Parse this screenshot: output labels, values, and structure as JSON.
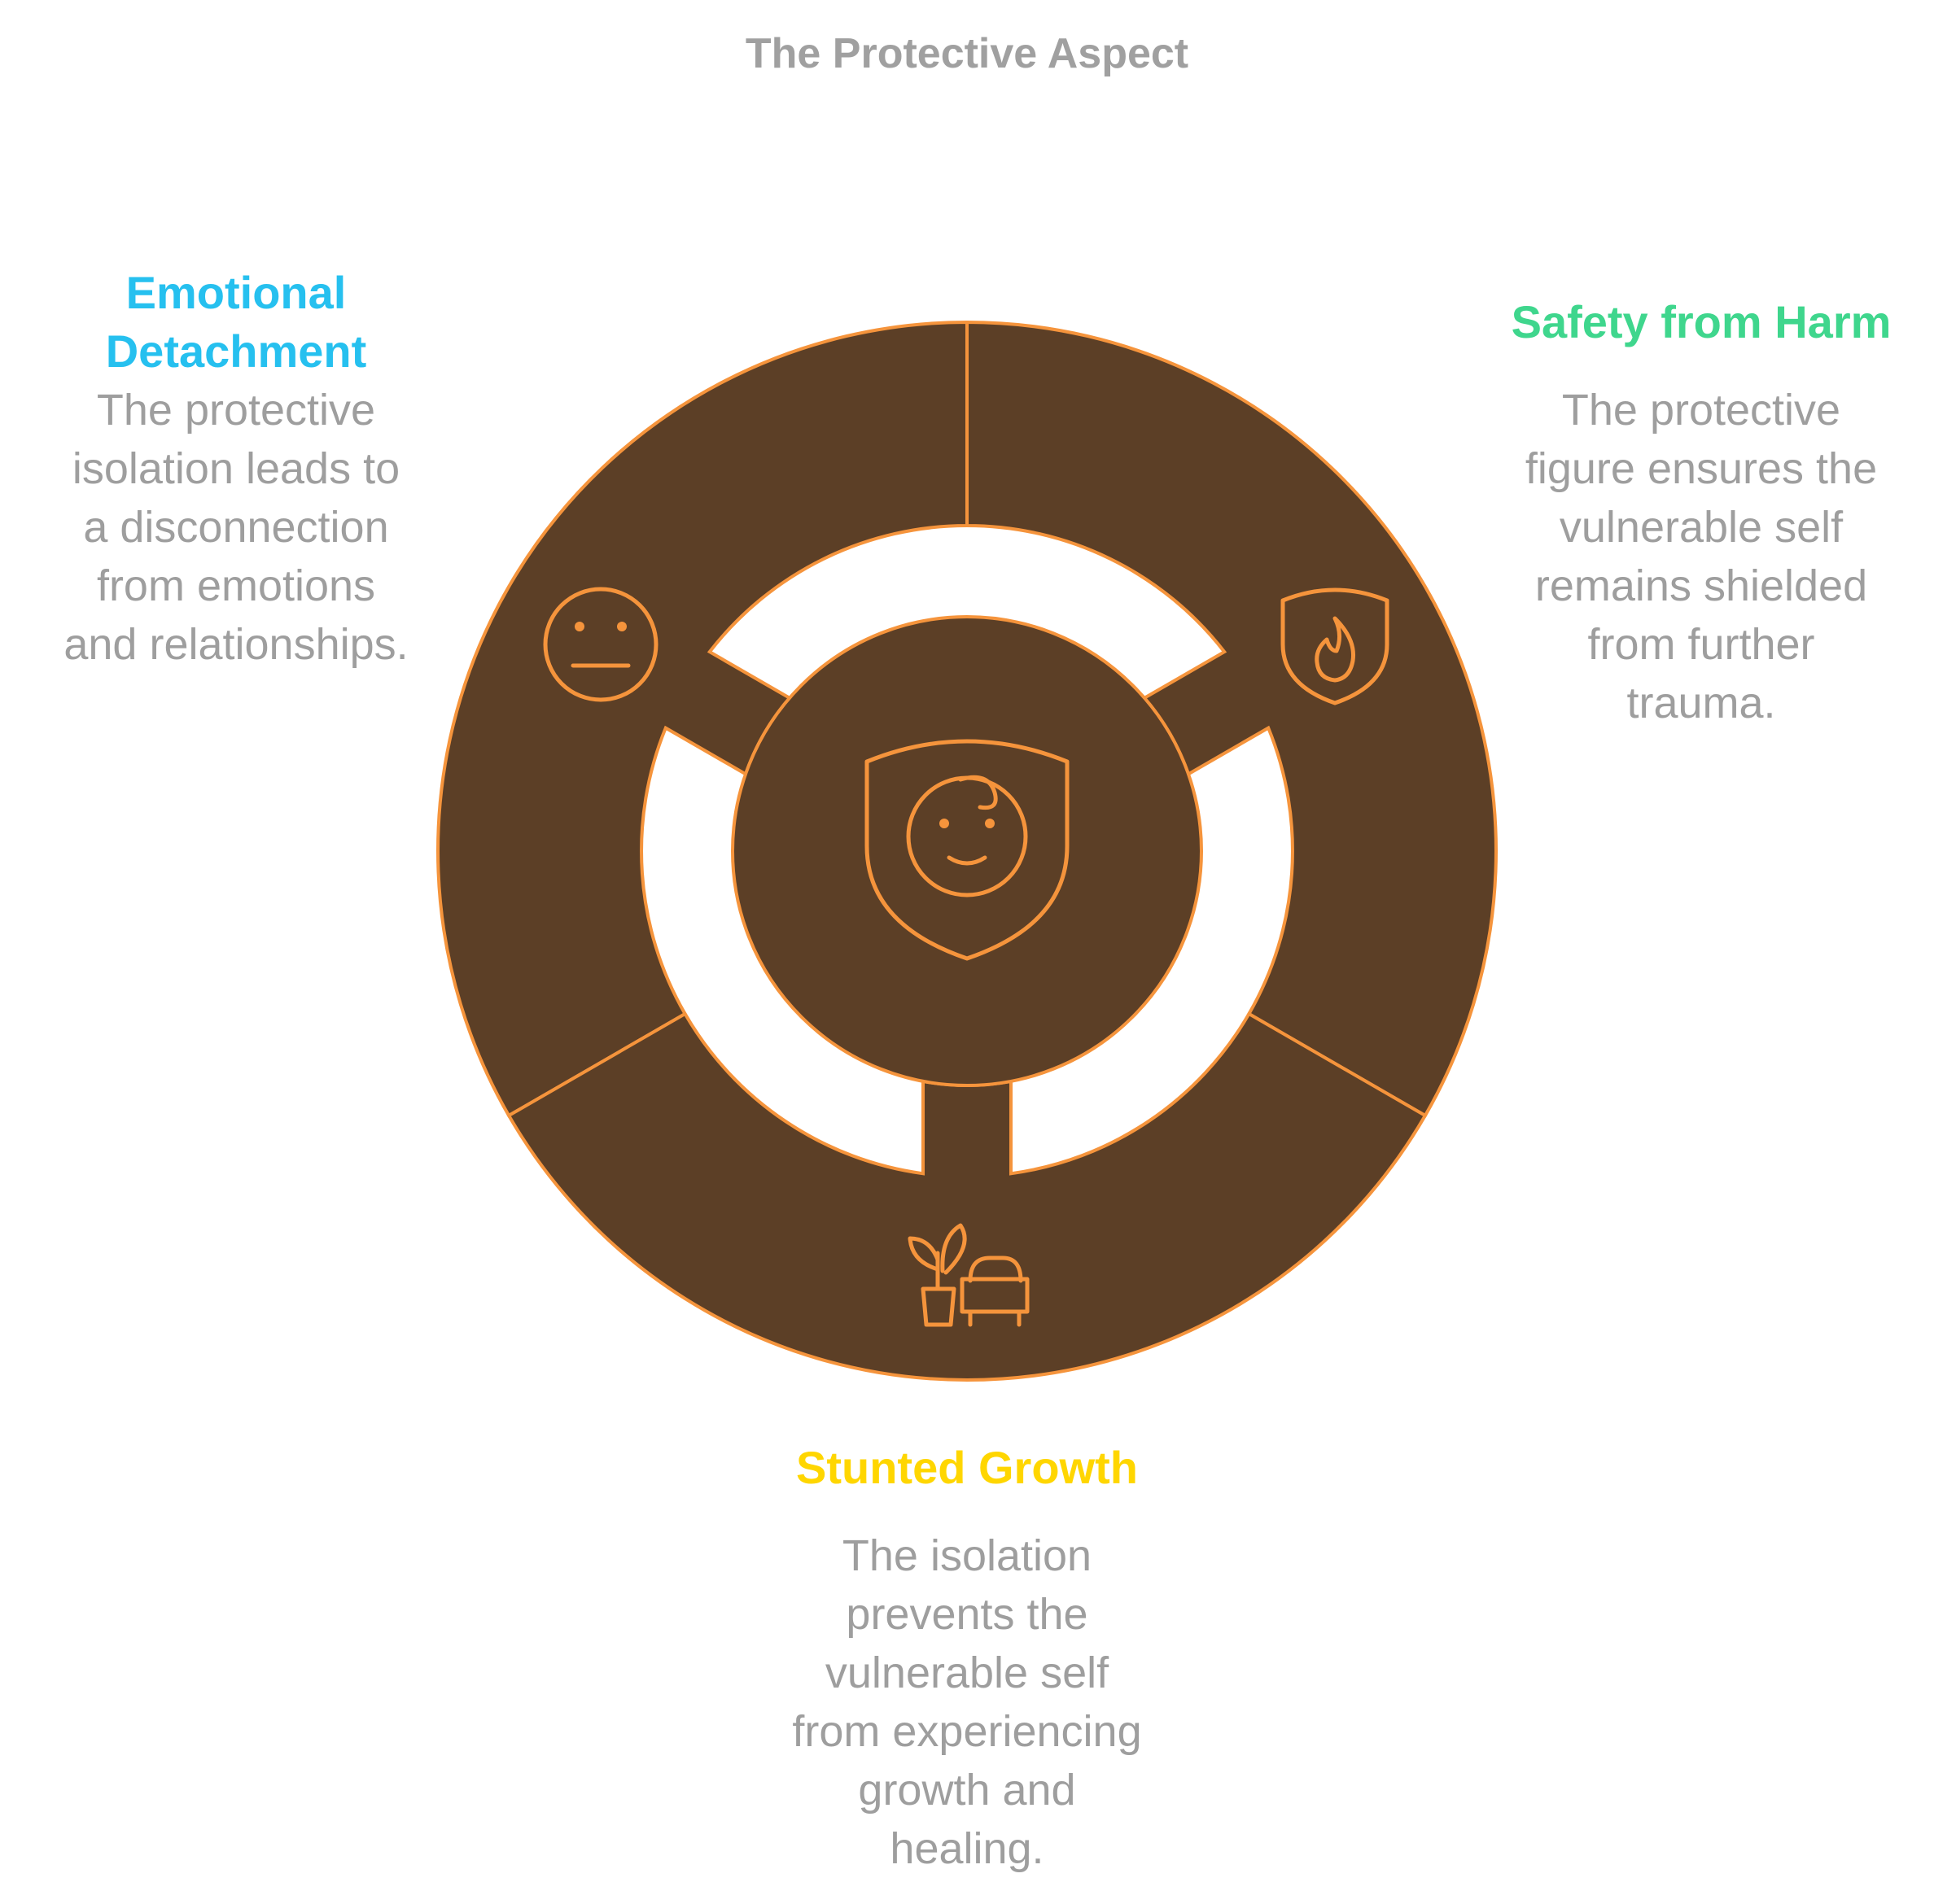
{
  "title": "The Protective Aspect",
  "colors": {
    "segment_fill": "#5c3f26",
    "segment_stroke": "#f5943c",
    "emotional_detachment": "#26c0ef",
    "safety_from_harm": "#3fd68d",
    "stunted_growth": "#ffd600",
    "description_text": "#9e9e9e",
    "title_text": "#a0a0a0"
  },
  "center": {
    "icon": "shield-baby-icon"
  },
  "sections": {
    "emotional_detachment": {
      "heading_line1": "Emotional",
      "heading_line2": "Detachment",
      "desc_line1": "The protective",
      "desc_line2": "isolation leads to",
      "desc_line3": "a disconnection",
      "desc_line4": "from emotions",
      "desc_line5": "and relationships.",
      "icon": "neutral-face-icon"
    },
    "safety_from_harm": {
      "heading": "Safety from Harm",
      "desc_line1": "The protective",
      "desc_line2": "figure ensures the",
      "desc_line3": "vulnerable self",
      "desc_line4": "remains shielded",
      "desc_line5": "from further",
      "desc_line6": "trauma.",
      "icon": "shield-flame-icon"
    },
    "stunted_growth": {
      "heading": "Stunted Growth",
      "desc_line1": "The isolation",
      "desc_line2": "prevents the",
      "desc_line3": "vulnerable self",
      "desc_line4": "from experiencing",
      "desc_line5": "growth and",
      "desc_line6": "healing.",
      "icon": "plant-armchair-icon"
    }
  }
}
